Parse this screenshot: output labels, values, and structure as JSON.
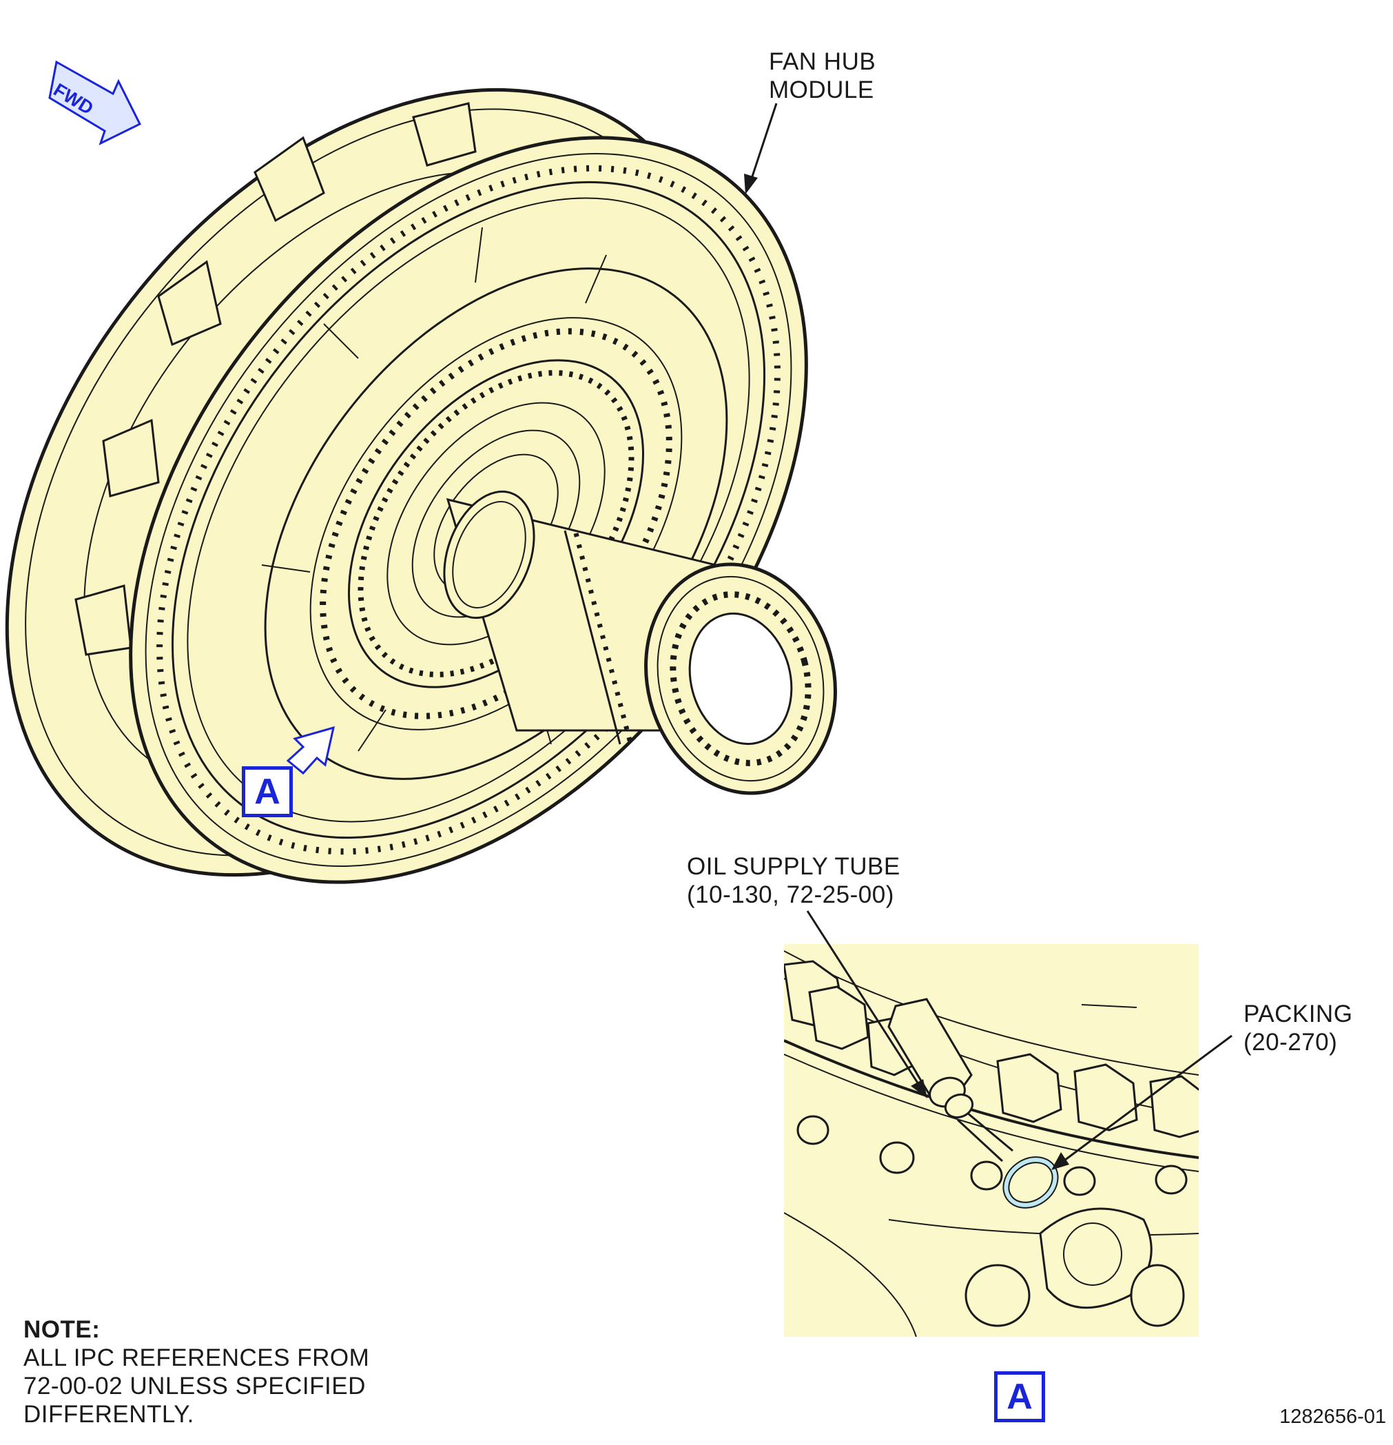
{
  "labels": {
    "fan_hub": [
      "FAN HUB",
      "MODULE"
    ],
    "oil_supply_tube": [
      "OIL SUPPLY TUBE",
      "(10-130, 72-25-00)"
    ],
    "packing": [
      "PACKING",
      "(20-270)"
    ]
  },
  "orientation": {
    "text": "FWD"
  },
  "views": {
    "main_callout": "A",
    "detail_label": "A"
  },
  "note": {
    "title": "NOTE:",
    "lines": [
      "ALL IPC REFERENCES FROM",
      "72-00-02 UNLESS SPECIFIED",
      "DIFFERENTLY."
    ]
  },
  "drawing_number": "1282656-01",
  "colors": {
    "part_fill": "#fbf6c6",
    "detail_fill": "#fbf8cb",
    "line": "#1a1a1a",
    "callout_blue": "#1a24d8",
    "packing_highlight": "#bfe8f2"
  }
}
